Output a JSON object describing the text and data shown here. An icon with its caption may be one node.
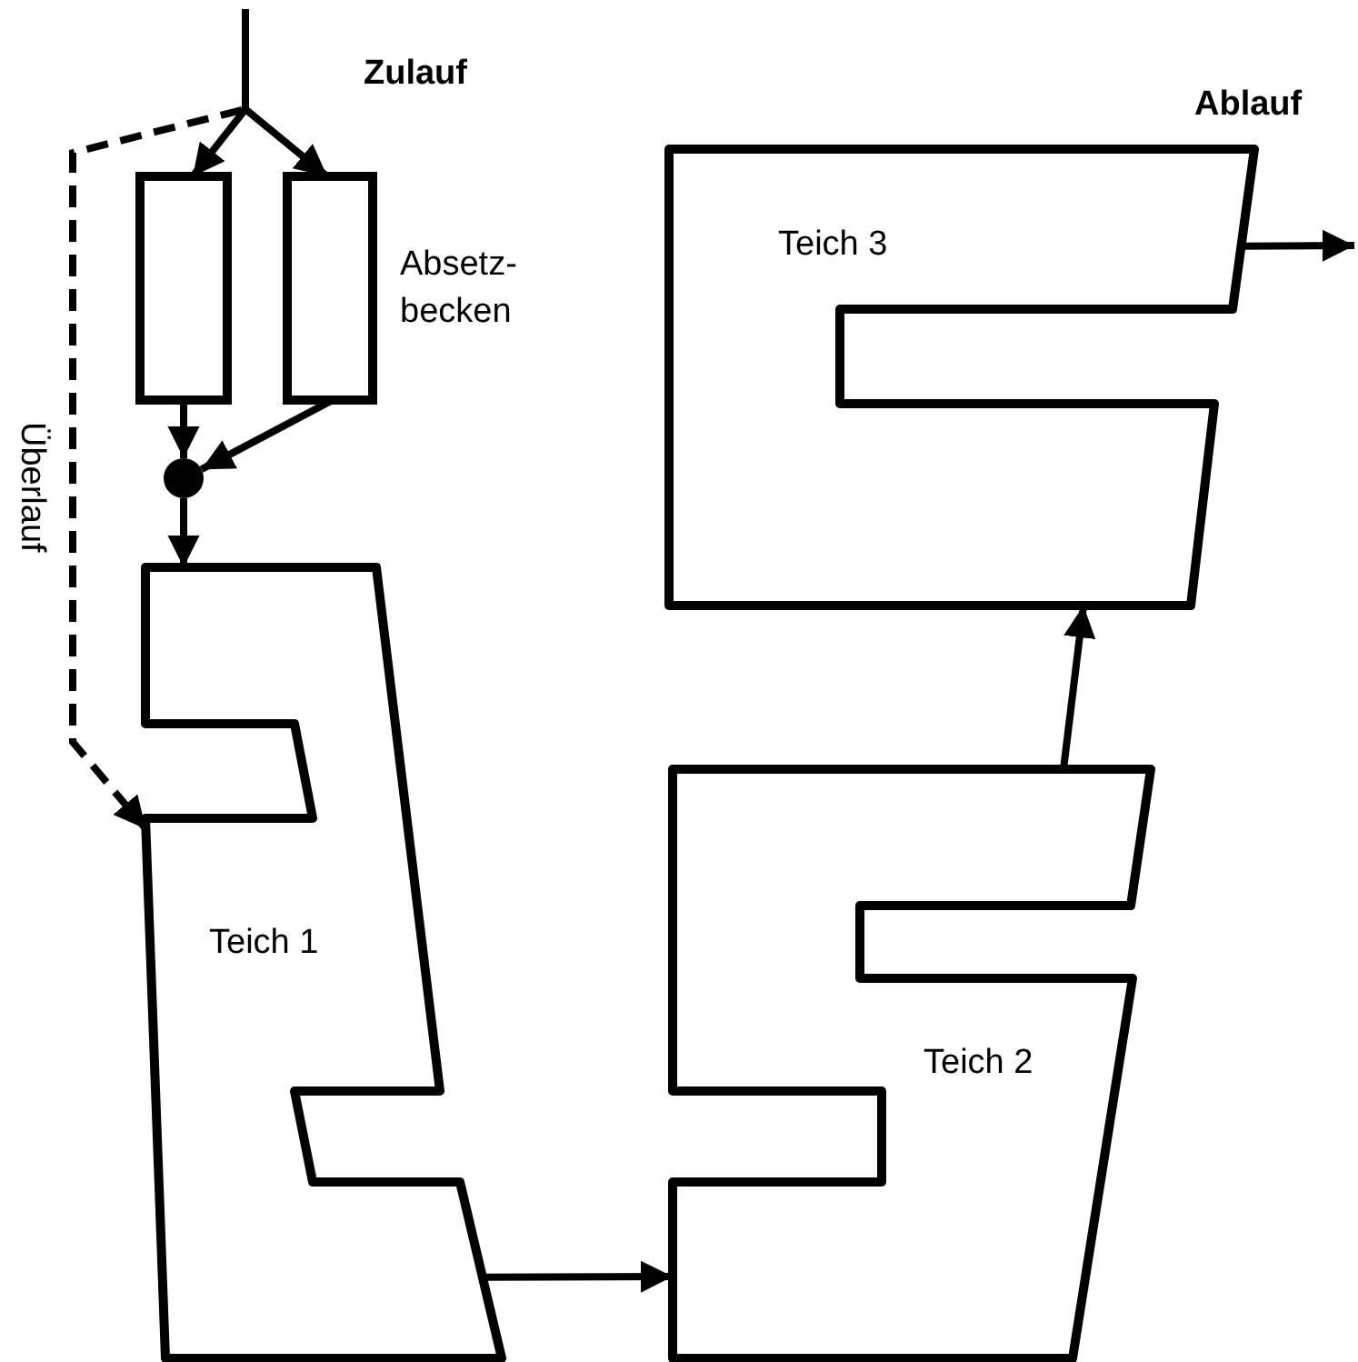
{
  "diagram": {
    "nodes": [
      {
        "text": [],
        "shape": "box"
      },
      {
        "text": [],
        "shape": "box"
      },
      {
        "text": [],
        "shape": "circle"
      },
      {
        "text": [
          "Teich 1"
        ]
      },
      {
        "text": [
          "Teich 2"
        ]
      },
      {
        "text": [
          "Teich 3"
        ]
      }
    ],
    "edges": [
      {
        "from": null,
        "to": 0,
        "arrow": "to"
      },
      {
        "from": null,
        "to": 1,
        "arrow": "to"
      },
      {
        "from": null,
        "to": 3,
        "arrow": "to",
        "style": "dashed",
        "label": "Überlauf"
      },
      {
        "from": 0,
        "to": 2,
        "arrow": "to"
      },
      {
        "from": 1,
        "to": 2,
        "arrow": "to"
      },
      {
        "from": 2,
        "to": 3,
        "arrow": "to"
      },
      {
        "from": 3,
        "to": 4,
        "arrow": "to"
      },
      {
        "from": 4,
        "to": 5,
        "arrow": "to"
      },
      {
        "from": 5,
        "to": null,
        "arrow": "to"
      }
    ],
    "labels": [
      "Zulauf",
      "Ablauf",
      "Absetz- becken"
    ]
  }
}
